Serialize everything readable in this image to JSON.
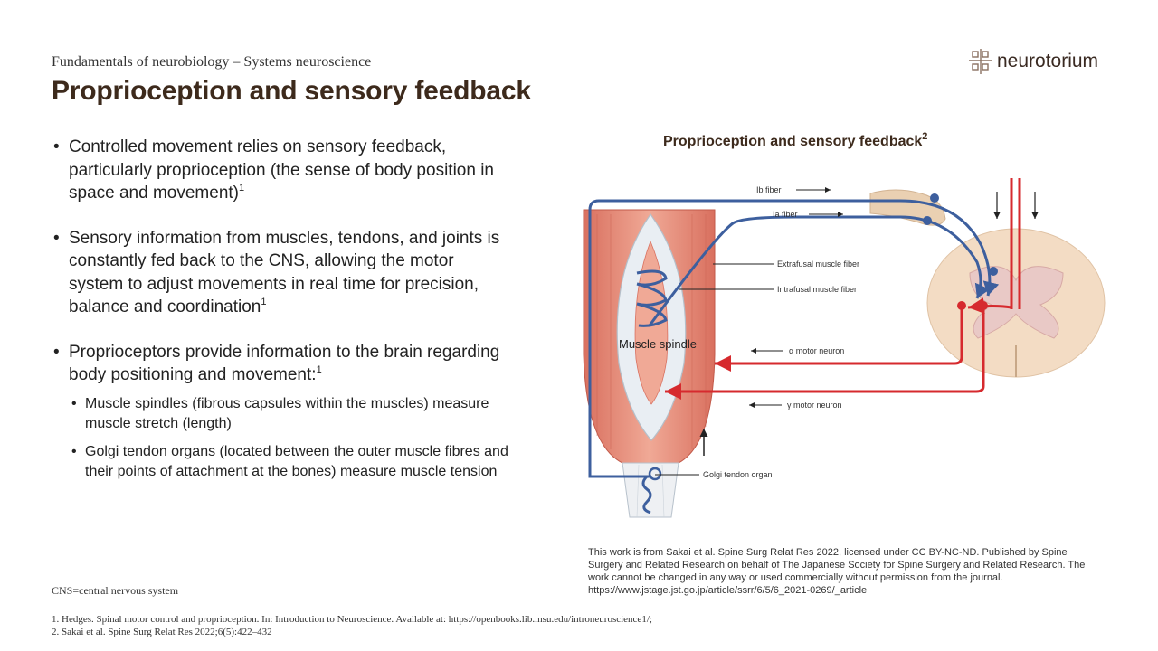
{
  "header": {
    "subtitle": "Fundamentals of neurobiology – Systems neuroscience",
    "title": "Proprioception and sensory feedback"
  },
  "logo": {
    "text": "neurotorium",
    "icon": "neurotorium-logo-icon"
  },
  "bullets": [
    {
      "text": "Controlled movement relies on sensory feedback, particularly proprioception (the sense of body position in space and movement)",
      "sup": "1"
    },
    {
      "text": "Sensory information from muscles, tendons, and joints is constantly fed back to the CNS, allowing the motor system to adjust movements in real time for precision, balance and coordination",
      "sup": "1"
    },
    {
      "text": "Proprioceptors provide information to the brain regarding body positioning and movement:",
      "sup": "1",
      "sub": [
        "Muscle spindles (fibrous capsules within the muscles) measure muscle stretch (length)",
        "Golgi tendon organs (located between the outer muscle fibres and their points of attachment at the bones) measure muscle tension"
      ]
    }
  ],
  "figure": {
    "title": "Proprioception and sensory feedback",
    "title_sup": "2",
    "labels": {
      "ib": "Ib fiber",
      "ia": "Ia fiber",
      "extrafusal": "Extrafusal muscle fiber",
      "intrafusal": "Intrafusal muscle fiber",
      "spindle": "Muscle spindle",
      "alpha": "α motor neuron",
      "gamma": "γ motor neuron",
      "golgi": "Golgi tendon organ"
    },
    "colors": {
      "sensory": "#3d5f9e",
      "motor": "#d62a2e",
      "muscle": "#e4897a",
      "cord": "#f3dcc4"
    }
  },
  "credit": "This work is from Sakai et al. Spine Surg Relat Res 2022, licensed under CC BY-NC-ND. Published by Spine Surgery and Related Research on behalf of The Japanese Society for Spine Surgery and Related Research. The work cannot be changed in any way or used commercially without permission from the journal. https://www.jstage.jst.go.jp/article/ssrr/6/5/6_2021-0269/_article",
  "abbreviation": "CNS=central nervous system",
  "references": [
    "1. Hedges. Spinal motor control and proprioception. In: Introduction to Neuroscience. Available at: https://openbooks.lib.msu.edu/introneuroscience1/;",
    "2. Sakai et al. Spine Surg Relat Res 2022;6(5):422–432"
  ]
}
